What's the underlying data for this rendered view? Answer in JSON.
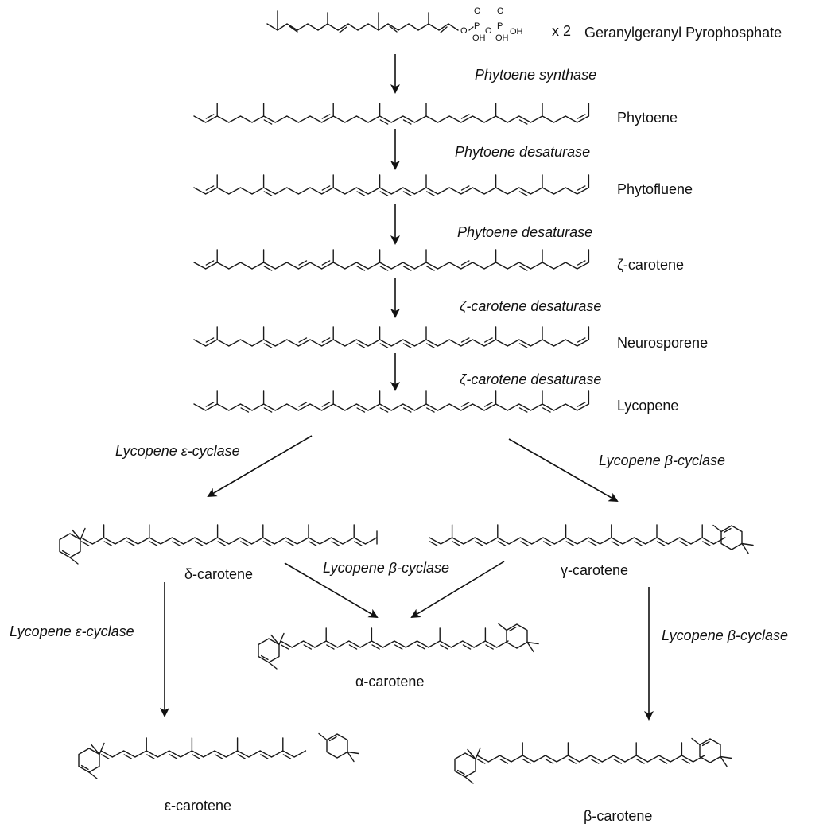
{
  "molecules": {
    "ggpp": {
      "label": "Geranylgeranyl Pyrophosphate",
      "multiplier": "x 2"
    },
    "phytoene": {
      "label": "Phytoene"
    },
    "phytofluene": {
      "label": "Phytofluene"
    },
    "zeta_carotene": {
      "label": "ζ-carotene"
    },
    "neurosporene": {
      "label": "Neurosporene"
    },
    "lycopene": {
      "label": "Lycopene"
    },
    "delta_carotene": {
      "label": "δ-carotene"
    },
    "gamma_carotene": {
      "label": "γ-carotene"
    },
    "alpha_carotene": {
      "label": "α-carotene"
    },
    "epsilon_carotene": {
      "label": "ε-carotene"
    },
    "beta_carotene": {
      "label": "β-carotene"
    }
  },
  "phosphate": {
    "o": "O",
    "p": "P",
    "oh": "OH"
  },
  "enzymes": {
    "phytoene_synthase": "Phytoene synthase",
    "phytoene_desaturase_1": "Phytoene desaturase",
    "phytoene_desaturase_2": "Phytoene desaturase",
    "zeta_desaturase_1": "ζ-carotene desaturase",
    "zeta_desaturase_2": "ζ-carotene desaturase",
    "lyc_epsilon_cyclase_top": "Lycopene ε-cyclase",
    "lyc_beta_cyclase_top": "Lycopene β-cyclase",
    "lyc_beta_cyclase_mid": "Lycopene β-cyclase",
    "lyc_epsilon_cyclase_left": "Lycopene ε-cyclase",
    "lyc_beta_cyclase_right": "Lycopene β-cyclase"
  }
}
